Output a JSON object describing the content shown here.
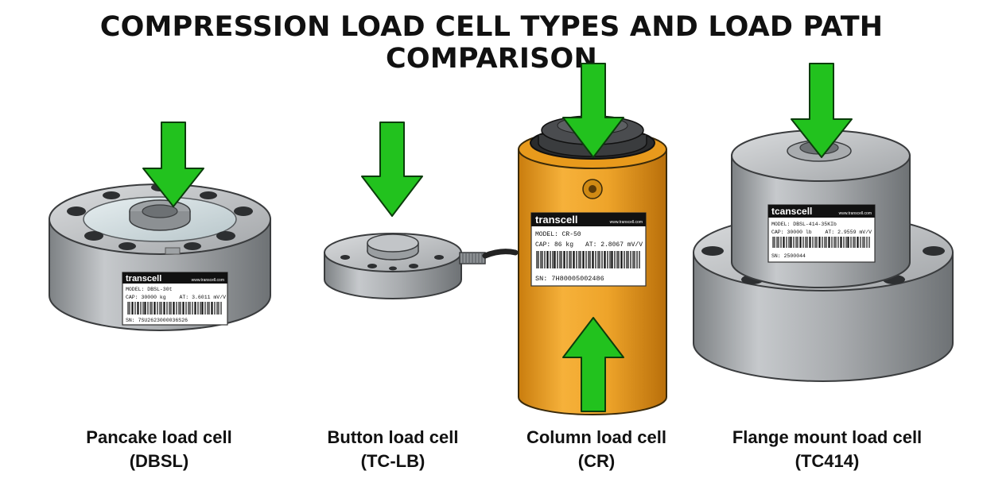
{
  "title": "COMPRESSION LOAD CELL TYPES AND LOAD PATH COMPARISON",
  "colors": {
    "arrow": "#22c21e",
    "arrow_outline": "#0b3d0b",
    "steel": "#b9bcbf",
    "column_body": "#f2a623"
  },
  "cells": [
    {
      "caption_name": "Pancake load cell",
      "caption_model": "(DBSL)",
      "brand": "transcell",
      "url": "www.transcell.com",
      "model": "MODEL: DBSL-30t",
      "cap": "CAP: 30000 kg",
      "at": "AT: 3.6011 mV/V",
      "sn": "SN: 7SU2623000036S26",
      "load_arrows": [
        "down"
      ]
    },
    {
      "caption_name": "Button load cell",
      "caption_model": "(TC-LB)",
      "load_arrows": [
        "down"
      ]
    },
    {
      "caption_name": "Column load cell",
      "caption_model": "(CR)",
      "brand": "transcell",
      "url": "www.transcell.com",
      "model": "MODEL: CR-50",
      "cap": "CAP: 86 kg",
      "at": "AT: 2.8067 mV/V",
      "sn": "SN: 7H80005002486",
      "load_arrows": [
        "down",
        "up"
      ]
    },
    {
      "caption_name": "Flange mount load cell",
      "caption_model": "(TC414)",
      "brand": "tcanscell",
      "url": "www.transcell.com",
      "model": "MODEL: DBSL-414-35KIb",
      "cap": "CAP: 30000 lb",
      "at": "AT: 2.9559 mV/V",
      "sn": "SN: 2500044",
      "load_arrows": [
        "down"
      ]
    }
  ]
}
